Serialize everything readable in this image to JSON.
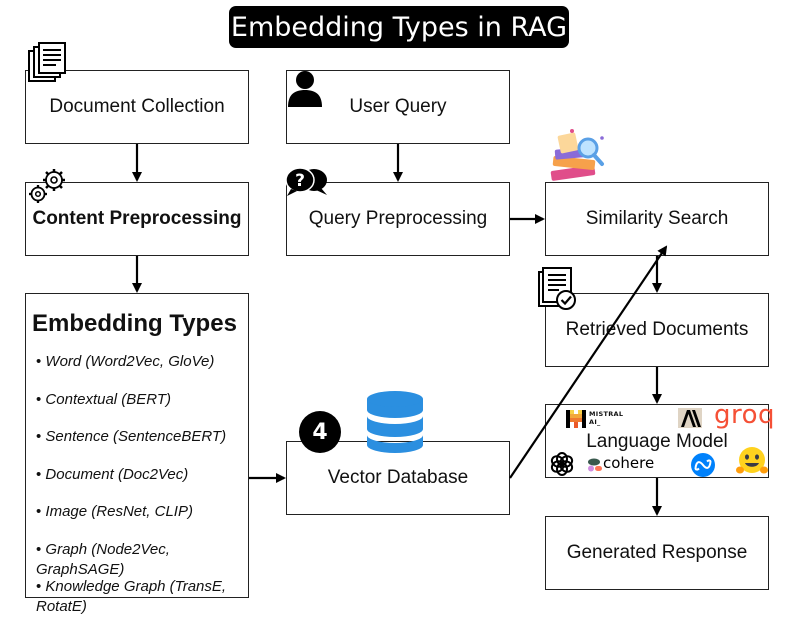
{
  "title": "Embedding Types in RAG",
  "nodes": {
    "document_collection": "Document Collection",
    "content_preprocessing": "Content Preprocessing",
    "user_query": "User Query",
    "query_preprocessing": "Query Preprocessing",
    "similarity_search": "Similarity Search",
    "retrieved_documents": "Retrieved Documents",
    "language_model": "Language Model",
    "generated_response": "Generated Response",
    "vector_database": "Vector Database"
  },
  "embedding_types": {
    "title": "Embedding Types",
    "items": [
      "Word (Word2Vec, GloVe)",
      "Contextual (BERT)",
      "Sentence (SentenceBERT)",
      "Document (Doc2Vec)",
      "Image (ResNet, CLIP)",
      "Graph (Node2Vec, GraphSAGE)",
      "Knowledge Graph (TransE, RotatE)"
    ]
  },
  "badge_number": "4",
  "logos": {
    "mistral": "MISTRAL AI_",
    "groq": "groq",
    "cohere": "cohere"
  },
  "icons": [
    "documents-icon",
    "user-icon",
    "gears-icon",
    "question-chat-icon",
    "books-search-icon",
    "checklist-icon",
    "database-icon",
    "meta-icon",
    "openai-icon",
    "anthropic-icon",
    "huggingface-icon"
  ],
  "colors": {
    "title_bg": "#000000",
    "database_blue": "#2b8fe0",
    "groq_orange": "#f55036",
    "mistral_orange": "#f7931e",
    "huggingface_yellow": "#ffd21e",
    "meta_blue": "#0081fb"
  }
}
